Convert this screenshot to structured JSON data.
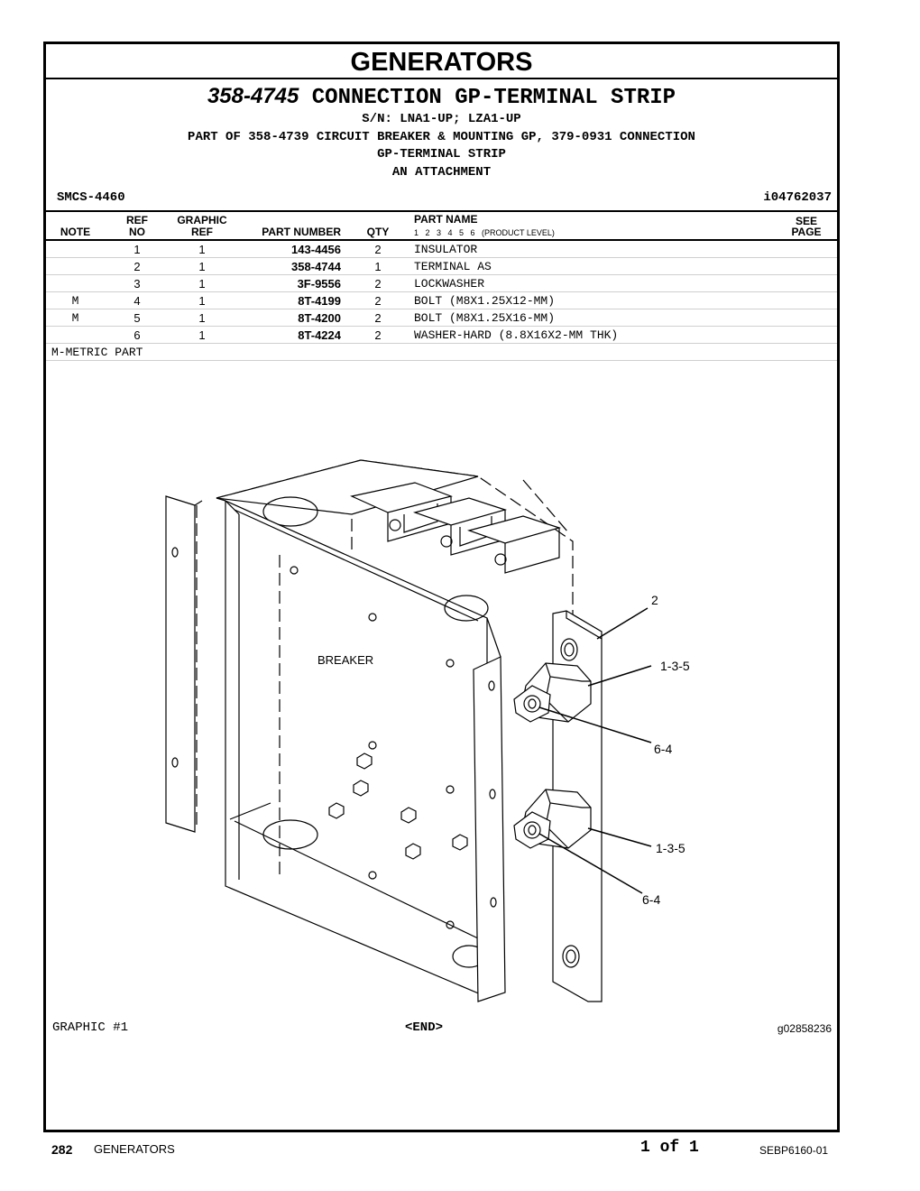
{
  "section": "GENERATORS",
  "title": {
    "part_number": "358-4745",
    "description": "CONNECTION GP-TERMINAL STRIP",
    "serial": "S/N: LNA1-UP; LZA1-UP",
    "part_of_line1": "PART OF 358-4739 CIRCUIT BREAKER & MOUNTING GP, 379-0931 CONNECTION",
    "part_of_line2": "GP-TERMINAL STRIP",
    "part_of_line3": "AN ATTACHMENT"
  },
  "smcs": "SMCS-4460",
  "illustration_id": "i04762037",
  "table": {
    "headers": {
      "note": "NOTE",
      "ref_top": "REF",
      "ref_bottom": "NO",
      "graphic_top": "GRAPHIC",
      "graphic_bottom": "REF",
      "part_number": "PART NUMBER",
      "qty": "QTY",
      "part_name": "PART NAME",
      "levels": "1   2   3   4   5   6   (PRODUCT LEVEL)",
      "see_top": "SEE",
      "see_bottom": "PAGE"
    },
    "rows": [
      {
        "note": "",
        "ref": "1",
        "graphic": "1",
        "part_number": "143-4456",
        "qty": "2",
        "name": "INSULATOR"
      },
      {
        "note": "",
        "ref": "2",
        "graphic": "1",
        "part_number": "358-4744",
        "qty": "1",
        "name": "TERMINAL AS"
      },
      {
        "note": "",
        "ref": "3",
        "graphic": "1",
        "part_number": "3F-9556",
        "qty": "2",
        "name": "LOCKWASHER"
      },
      {
        "note": "M",
        "ref": "4",
        "graphic": "1",
        "part_number": "8T-4199",
        "qty": "2",
        "name": "BOLT (M8X1.25X12-MM)"
      },
      {
        "note": "M",
        "ref": "5",
        "graphic": "1",
        "part_number": "8T-4200",
        "qty": "2",
        "name": "BOLT (M8X1.25X16-MM)"
      },
      {
        "note": "",
        "ref": "6",
        "graphic": "1",
        "part_number": "8T-4224",
        "qty": "2",
        "name": "WASHER-HARD (8.8X16X2-MM THK)"
      }
    ],
    "footnote": "M-METRIC PART"
  },
  "drawing": {
    "breaker_label": "BREAKER",
    "callouts": [
      "2",
      "1-3-5",
      "6-4",
      "1-3-5",
      "6-4"
    ]
  },
  "graphic": {
    "caption": "GRAPHIC #1",
    "end": "<END>",
    "id": "g02858236"
  },
  "footer": {
    "page": "282",
    "section": "GENERATORS",
    "count": "1 of 1",
    "doc": "SEBP6160-01"
  }
}
